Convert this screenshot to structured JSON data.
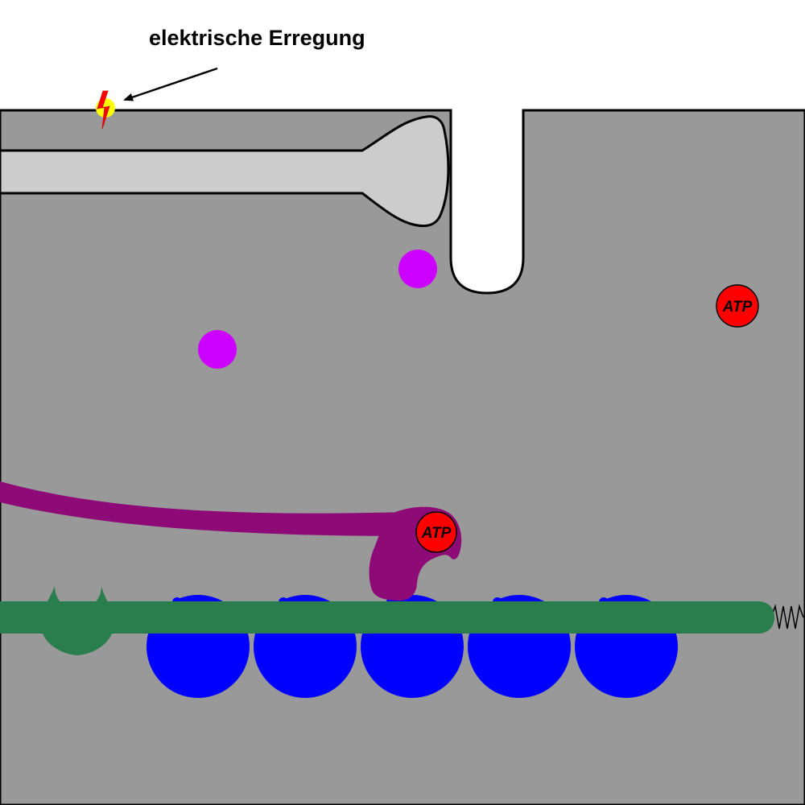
{
  "annotation": {
    "label": "elektrische Erregung",
    "symbol": "lightning-bolt"
  },
  "labels": {
    "atp_free": "ATP",
    "atp_bound": "ATP"
  },
  "colors": {
    "background_cell": "#999999",
    "outside": "#ffffff",
    "axon": "#cccccc",
    "calcium_ion": "#cc00ff",
    "atp": "#ff0000",
    "myosin": "#8e0a76",
    "tropomyosin": "#2a7d4c",
    "actin": "#0000ff",
    "bolt": "#ff0000",
    "bolt_glow": "#ffff00"
  },
  "icons": [
    "lightning-bolt-icon",
    "arrow-icon",
    "spring-icon"
  ]
}
